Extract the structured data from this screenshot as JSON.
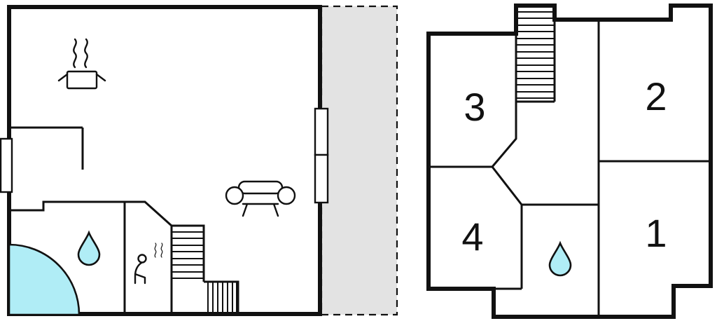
{
  "colors": {
    "wall": "#111111",
    "water": "#b0edf6",
    "terrace": "#e3e3e3",
    "background": "#ffffff"
  },
  "left_plan": {
    "icons": [
      "steam-icon",
      "stove-pot-icon",
      "window-icon",
      "sofa-icon",
      "water-drop-icon",
      "corner-bathtub-icon",
      "sauna-person-icon",
      "stairs-icon",
      "terrace-area"
    ]
  },
  "right_plan": {
    "rooms": [
      "1",
      "2",
      "3",
      "4"
    ],
    "icons": [
      "stairs-icon",
      "water-drop-icon"
    ]
  }
}
